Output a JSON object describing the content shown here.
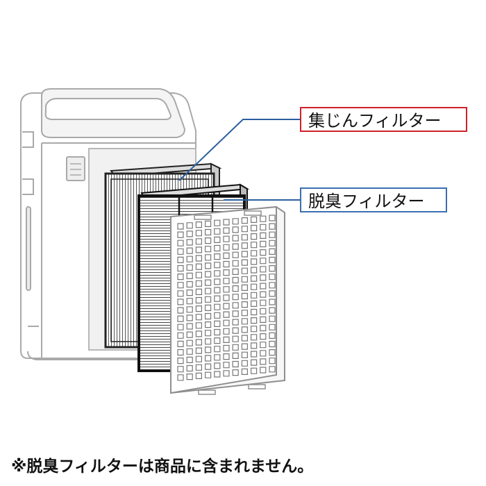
{
  "labels": {
    "dust_filter": "集じんフィルター",
    "deodorizing_filter": "脱臭フィルター"
  },
  "footnote": "※脱臭フィルターは商品に含まれません。",
  "colors": {
    "dust_label_border": "#d0202a",
    "deodor_label_border": "#3a6fb0",
    "leader_line": "#2b5f9e",
    "purifier_outline": "#a9a9a9",
    "frame_dark": "#222222",
    "text": "#111111"
  }
}
